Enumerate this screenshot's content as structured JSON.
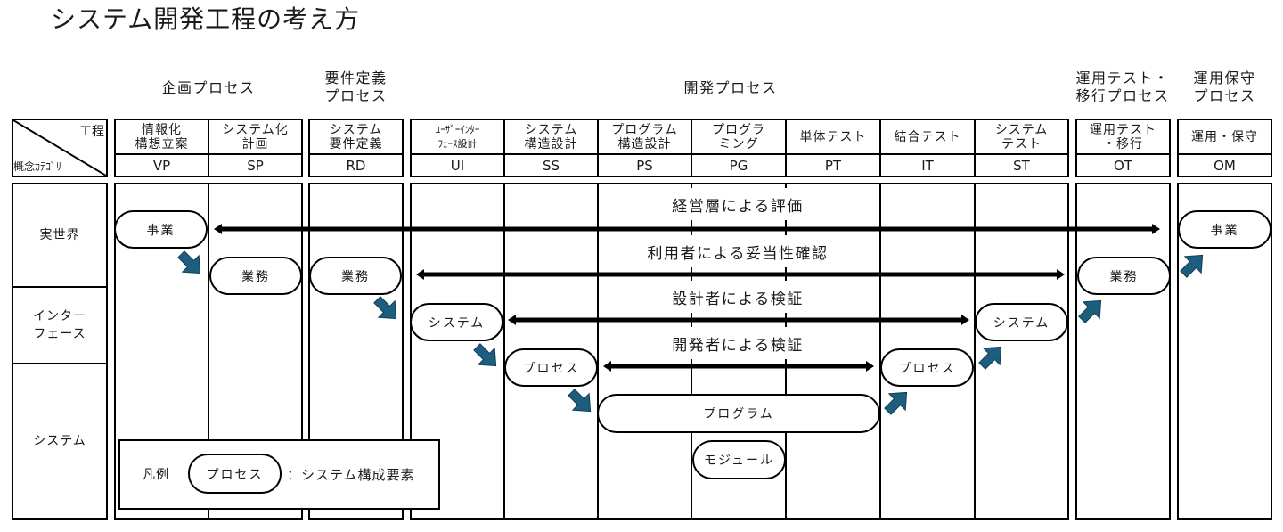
{
  "title": "システム開発工程の考え方",
  "corner": {
    "process_label": "工程",
    "category_label": "概念ｶﾃｺﾞﾘ"
  },
  "phase_groups": [
    {
      "label": "企画プロセス"
    },
    {
      "label": "要件定義\nプロセス"
    },
    {
      "label": "開発プロセス"
    },
    {
      "label": "運用テスト・\n移行プロセス"
    },
    {
      "label": "運用保守\nプロセス"
    }
  ],
  "processes": [
    {
      "name": "情報化\n構想立案",
      "code": "VP"
    },
    {
      "name": "システム化\n計画",
      "code": "SP"
    },
    {
      "name": "システム\n要件定義",
      "code": "RD"
    },
    {
      "name": "ﾕｰｻﾞｰｲﾝﾀｰ\nﾌｪｰｽ設計",
      "code": "UI"
    },
    {
      "name": "システム\n構造設計",
      "code": "SS"
    },
    {
      "name": "プログラム\n構造設計",
      "code": "PS"
    },
    {
      "name": "プログラ\nミング",
      "code": "PG"
    },
    {
      "name": "単体テスト",
      "code": "PT"
    },
    {
      "name": "結合テスト",
      "code": "IT"
    },
    {
      "name": "システム\nテスト",
      "code": "ST"
    },
    {
      "name": "運用テスト\n・移行",
      "code": "OT"
    },
    {
      "name": "運用・保守",
      "code": "OM"
    }
  ],
  "categories": [
    "実世界",
    "インター\nフェース",
    "システム"
  ],
  "elements": {
    "vp_business": "事業",
    "sp_operations": "業務",
    "rd_operations": "業務",
    "ui_system": "システム",
    "ss_process": "プロセス",
    "program": "プログラム",
    "module": "モジュール",
    "it_process": "プロセス",
    "st_system": "システム",
    "ot_operations": "業務",
    "om_business": "事業"
  },
  "verifications": [
    "経営層による評価",
    "利用者による妥当性確認",
    "設計者による検証",
    "開発者による検証"
  ],
  "legend": {
    "title": "凡例",
    "sample": "プロセス",
    "description": "：システム構成要素"
  },
  "colors": {
    "flow_arrow": "#1d5d7e",
    "flow_arrow_outline": "#123f57",
    "line": "#000000"
  }
}
